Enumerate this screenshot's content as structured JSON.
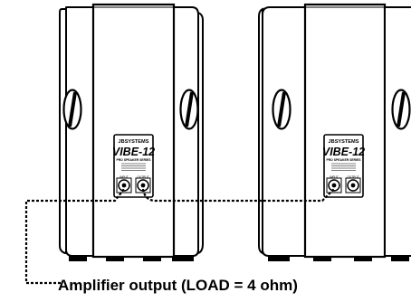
{
  "speaker_panel": {
    "brand": "JBSYSTEMS",
    "model": "VIBE-12",
    "series": "PRO SPEAKER SERIES",
    "input_label": "INPUT",
    "output_label": "OUTPUT"
  },
  "caption": "Amplifier output (LOAD = 4 ohm)"
}
